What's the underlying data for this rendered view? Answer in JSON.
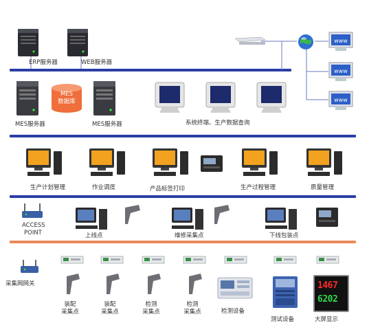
{
  "colors": {
    "bus_primary": "#2b3ea6",
    "bus_field": "#e98a5a",
    "db_fill": "#ef6e3b",
    "server_dark": "#2a2b30",
    "monitor_screen_off": "#1d2a6b",
    "monitor_screen_on": "#f2a21f",
    "display_digits_red": "#ff2a2a",
    "display_digits_green": "#31d84b"
  },
  "rows": {
    "servers": {
      "erp_label": "ERP服务器",
      "web_label": "WEB服务器"
    },
    "app_tier": {
      "mes_server_1": "MES服务器",
      "database_line1": "MES",
      "database_line2": "数据库",
      "mes_server_2": "MES服务器",
      "terminals_label": "系统终端、生产数据查询"
    },
    "office_pcs": [
      {
        "label": "生产计划管理",
        "icon": "desktop-pc-icon"
      },
      {
        "label": "作业调度",
        "icon": "desktop-pc-icon"
      },
      {
        "label": "产品标签打印",
        "icon": "desktop-pc-icon"
      },
      {
        "label": "生产过程管理",
        "icon": "desktop-pc-icon"
      },
      {
        "label": "质量管理",
        "icon": "desktop-pc-icon"
      }
    ],
    "line_points": {
      "access_point": {
        "line1": "ACCESS",
        "line2": "POINT"
      },
      "online": "上线点",
      "repair": "维修采集点",
      "offline": "下线包装点"
    },
    "field": {
      "gateway": "采集网网关",
      "items": [
        {
          "line1": "装配",
          "line2": "采集点"
        },
        {
          "line1": "装配",
          "line2": "采集点"
        },
        {
          "line1": "检测",
          "line2": "采集点"
        },
        {
          "line1": "检测",
          "line2": "采集点"
        }
      ],
      "test_device": "检测设备",
      "test_equipment": "测试设备",
      "big_display": "大屏显示",
      "display_values": [
        "1467",
        "6202"
      ]
    }
  }
}
